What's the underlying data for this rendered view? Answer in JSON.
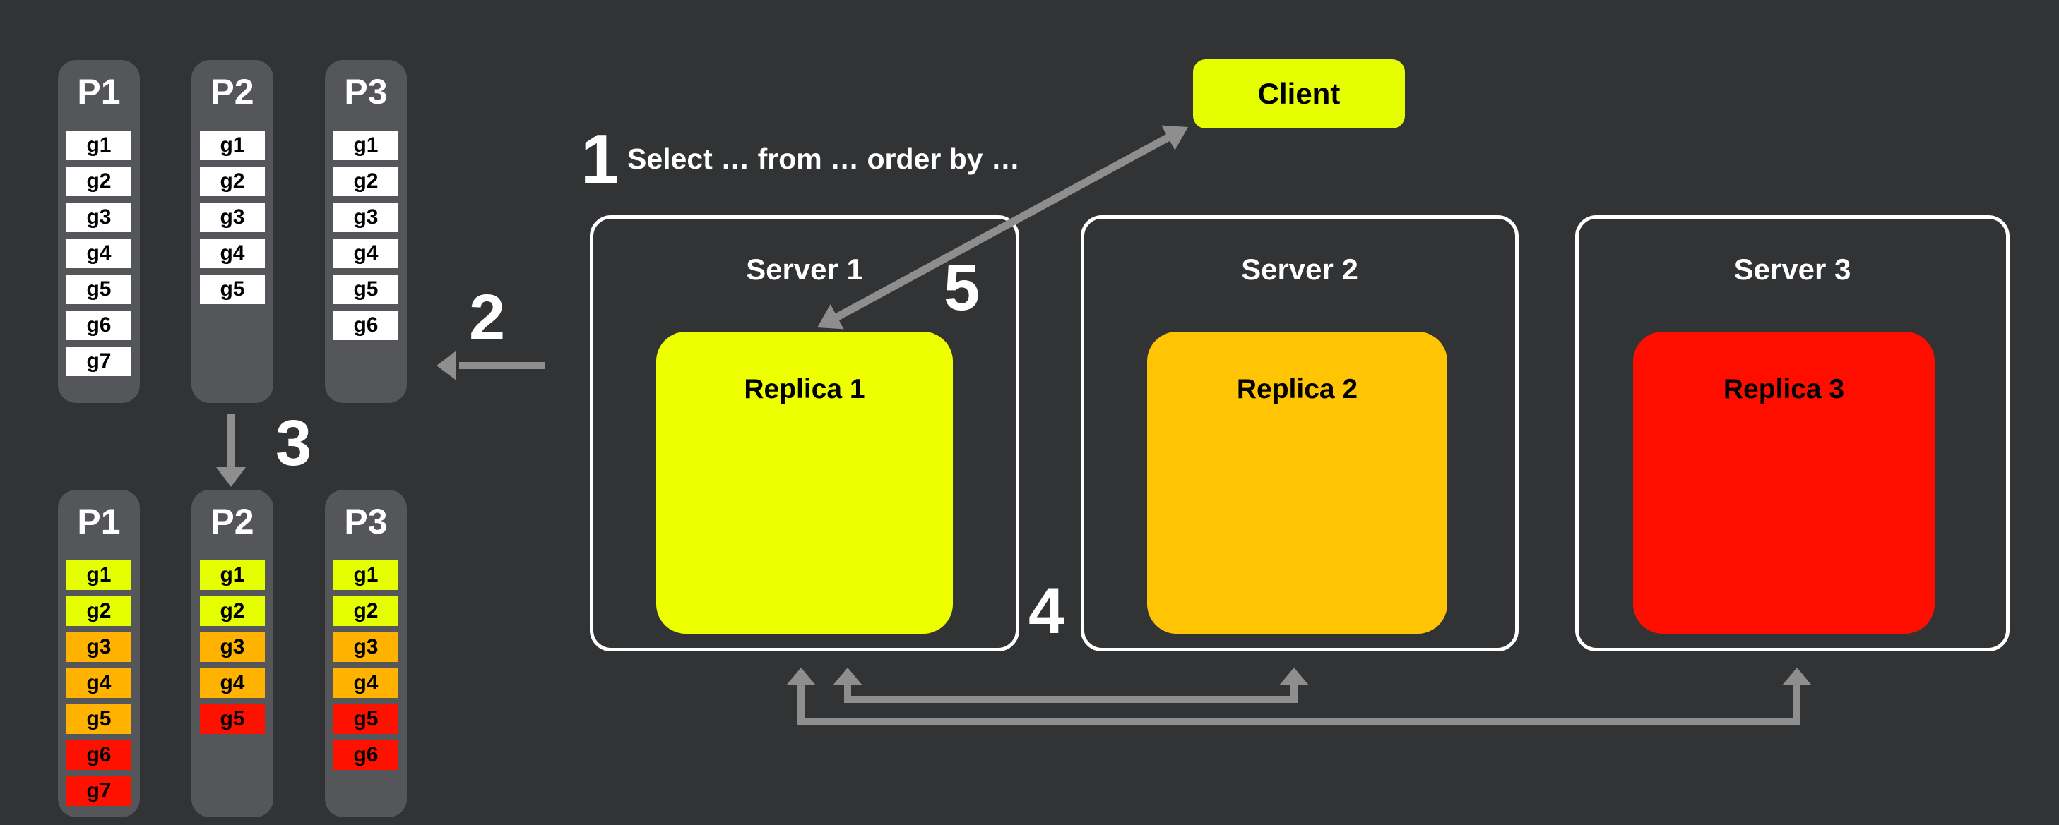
{
  "colors": {
    "background": "#323334",
    "partition_bg": "#54565a",
    "server_border": "#ffffff",
    "arrow": "#8e8e8e",
    "white_cell": "#ffffff",
    "volt_yellow": "#e6ff00",
    "amber": "#ffb300",
    "red": "#ff1100",
    "client_bg": "#e6ff00"
  },
  "step_labels": {
    "step1": "1",
    "step2": "2",
    "step3": "3",
    "step4": "4",
    "step5": "5"
  },
  "query_annotation": "Select … from … order by …",
  "client": {
    "label": "Client"
  },
  "servers": [
    {
      "label": "Server 1",
      "replica": {
        "label": "Replica 1",
        "color": "#eeff00"
      }
    },
    {
      "label": "Server 2",
      "replica": {
        "label": "Replica 2",
        "color": "#ffc403"
      }
    },
    {
      "label": "Server 3",
      "replica": {
        "label": "Replica 3",
        "color": "#ff0e00"
      }
    }
  ],
  "partitions_unsorted": {
    "columns": [
      {
        "title": "P1",
        "cells": [
          {
            "label": "g1",
            "color": "#ffffff"
          },
          {
            "label": "g2",
            "color": "#ffffff"
          },
          {
            "label": "g3",
            "color": "#ffffff"
          },
          {
            "label": "g4",
            "color": "#ffffff"
          },
          {
            "label": "g5",
            "color": "#ffffff"
          },
          {
            "label": "g6",
            "color": "#ffffff"
          },
          {
            "label": "g7",
            "color": "#ffffff"
          }
        ]
      },
      {
        "title": "P2",
        "cells": [
          {
            "label": "g1",
            "color": "#ffffff"
          },
          {
            "label": "g2",
            "color": "#ffffff"
          },
          {
            "label": "g3",
            "color": "#ffffff"
          },
          {
            "label": "g4",
            "color": "#ffffff"
          },
          {
            "label": "g5",
            "color": "#ffffff"
          }
        ]
      },
      {
        "title": "P3",
        "cells": [
          {
            "label": "g1",
            "color": "#ffffff"
          },
          {
            "label": "g2",
            "color": "#ffffff"
          },
          {
            "label": "g3",
            "color": "#ffffff"
          },
          {
            "label": "g4",
            "color": "#ffffff"
          },
          {
            "label": "g5",
            "color": "#ffffff"
          },
          {
            "label": "g6",
            "color": "#ffffff"
          }
        ]
      }
    ]
  },
  "partitions_sorted": {
    "columns": [
      {
        "title": "P1",
        "cells": [
          {
            "label": "g1",
            "color": "#e6ff00"
          },
          {
            "label": "g2",
            "color": "#e6ff00"
          },
          {
            "label": "g3",
            "color": "#ffb300"
          },
          {
            "label": "g4",
            "color": "#ffb300"
          },
          {
            "label": "g5",
            "color": "#ffb300"
          },
          {
            "label": "g6",
            "color": "#ff1100"
          },
          {
            "label": "g7",
            "color": "#ff1100"
          }
        ]
      },
      {
        "title": "P2",
        "cells": [
          {
            "label": "g1",
            "color": "#e6ff00"
          },
          {
            "label": "g2",
            "color": "#e6ff00"
          },
          {
            "label": "g3",
            "color": "#ffb300"
          },
          {
            "label": "g4",
            "color": "#ffb300"
          },
          {
            "label": "g5",
            "color": "#ff1100"
          }
        ]
      },
      {
        "title": "P3",
        "cells": [
          {
            "label": "g1",
            "color": "#e6ff00"
          },
          {
            "label": "g2",
            "color": "#e6ff00"
          },
          {
            "label": "g3",
            "color": "#ffb300"
          },
          {
            "label": "g4",
            "color": "#ffb300"
          },
          {
            "label": "g5",
            "color": "#ff1100"
          },
          {
            "label": "g6",
            "color": "#ff1100"
          }
        ]
      }
    ]
  }
}
